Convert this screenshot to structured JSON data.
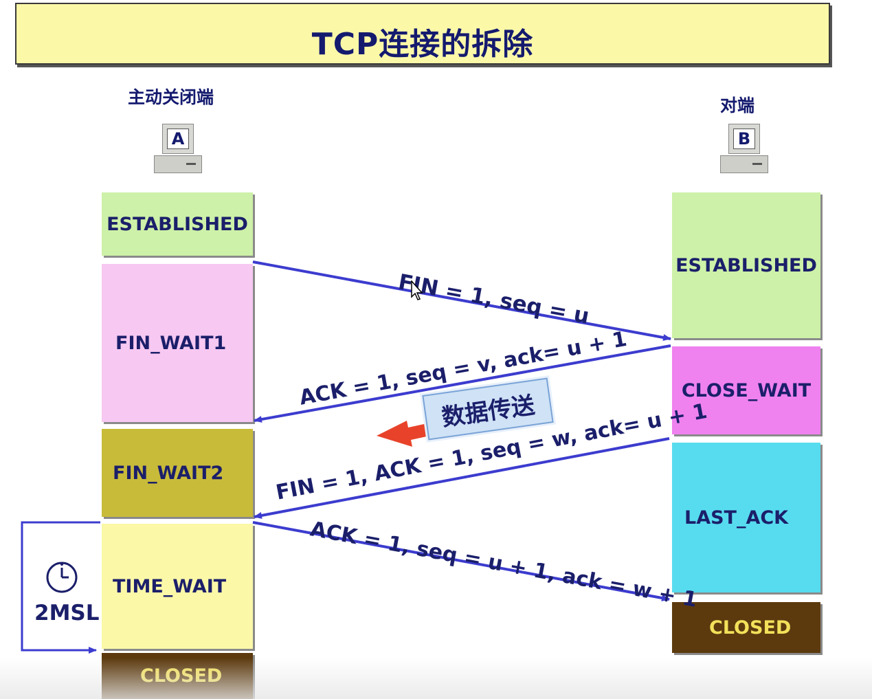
{
  "title": "TCP连接的拆除",
  "left_host": {
    "label": "主动关闭端",
    "letter": "A"
  },
  "right_host": {
    "label": "对端",
    "letter": "B"
  },
  "left_states": [
    {
      "name": "ESTABLISHED",
      "color": "#cdf1a8"
    },
    {
      "name": "FIN_WAIT1",
      "color": "#f6c8f2"
    },
    {
      "name": "FIN_WAIT2",
      "color": "#c9bb3a"
    },
    {
      "name": "TIME_WAIT",
      "color": "#fbf8a8"
    },
    {
      "name": "CLOSED",
      "color": "#5c3a0e",
      "text_color": "#f2e15a"
    }
  ],
  "right_states": [
    {
      "name": "ESTABLISHED",
      "color": "#cdf1a8"
    },
    {
      "name": "CLOSE_WAIT",
      "color": "#ef82ef"
    },
    {
      "name": "LAST_ACK",
      "color": "#57dcef"
    },
    {
      "name": "CLOSED",
      "color": "#5c3a0e",
      "text_color": "#f2e15a"
    }
  ],
  "messages": [
    "FIN = 1, seq = u",
    "ACK = 1, seq = v, ack= u + 1",
    "FIN = 1, ACK = 1, seq = w, ack= u + 1",
    "ACK = 1, seq = u + 1, ack = w + 1"
  ],
  "data_transfer_label": "数据传送",
  "timer_label": "2MSL",
  "icons": [
    "computer-icon",
    "clock-icon",
    "red-arrow-icon",
    "mouse-cursor-icon"
  ],
  "colors": {
    "arrow": "#3c3ccf",
    "text": "#1b1f6a",
    "red_arrow": "#e8432a"
  }
}
